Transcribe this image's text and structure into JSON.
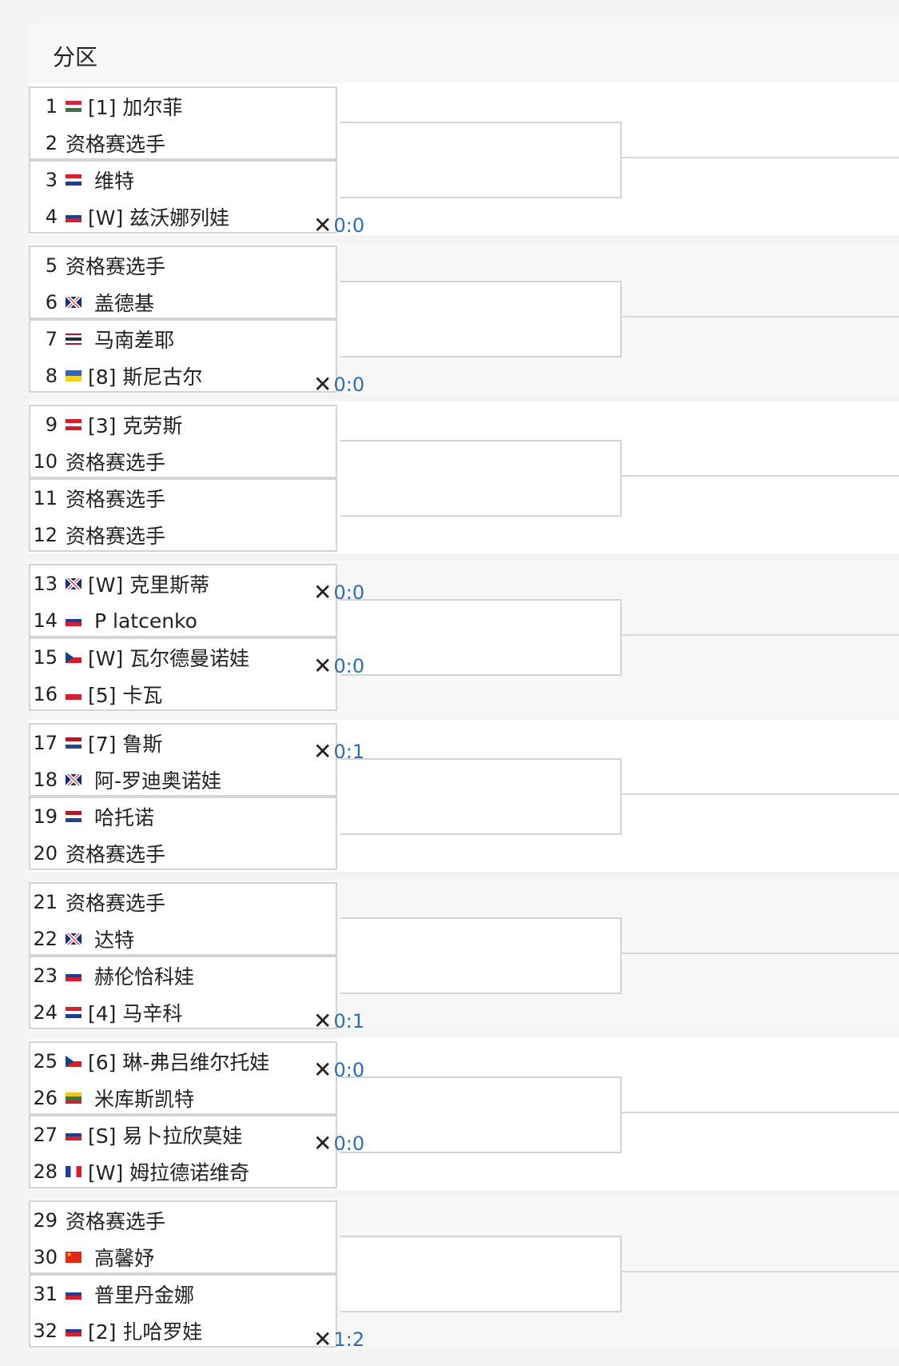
{
  "header": {
    "title": "分区"
  },
  "colors": {
    "score": "#2f6eb5",
    "border": "#d4d4d4"
  },
  "players": [
    {
      "n": "1",
      "flag": "hungary",
      "name": "[1] 加尔菲"
    },
    {
      "n": "2",
      "flag": "",
      "name": "资格赛选手"
    },
    {
      "n": "3",
      "flag": "croatia",
      "name": "维特"
    },
    {
      "n": "4",
      "flag": "russia",
      "name": "[W] 兹沃娜列娃"
    },
    {
      "n": "5",
      "flag": "",
      "name": "资格赛选手"
    },
    {
      "n": "6",
      "flag": "australia",
      "name": "盖德基"
    },
    {
      "n": "7",
      "flag": "thailand",
      "name": "马南差耶"
    },
    {
      "n": "8",
      "flag": "ukraine",
      "name": "[8] 斯尼古尔"
    },
    {
      "n": "9",
      "flag": "austria",
      "name": "[3] 克劳斯"
    },
    {
      "n": "10",
      "flag": "",
      "name": "资格赛选手"
    },
    {
      "n": "11",
      "flag": "",
      "name": "资格赛选手"
    },
    {
      "n": "12",
      "flag": "",
      "name": "资格赛选手"
    },
    {
      "n": "13",
      "flag": "uk",
      "name": "[W] 克里斯蒂"
    },
    {
      "n": "14",
      "flag": "russia",
      "name": "P latcenko"
    },
    {
      "n": "15",
      "flag": "czech",
      "name": "[W] 瓦尔德曼诺娃"
    },
    {
      "n": "16",
      "flag": "poland",
      "name": "[5] 卡瓦"
    },
    {
      "n": "17",
      "flag": "netherlands",
      "name": "[7] 鲁斯"
    },
    {
      "n": "18",
      "flag": "australia",
      "name": "阿-罗迪奥诺娃"
    },
    {
      "n": "19",
      "flag": "netherlands",
      "name": "哈托诺"
    },
    {
      "n": "20",
      "flag": "",
      "name": "资格赛选手"
    },
    {
      "n": "21",
      "flag": "",
      "name": "资格赛选手"
    },
    {
      "n": "22",
      "flag": "uk",
      "name": "达特"
    },
    {
      "n": "23",
      "flag": "slovakia",
      "name": "赫伦恰科娃"
    },
    {
      "n": "24",
      "flag": "croatia",
      "name": "[4] 马辛科"
    },
    {
      "n": "25",
      "flag": "czech",
      "name": "[6] 琳-弗吕维尔托娃"
    },
    {
      "n": "26",
      "flag": "lithuania",
      "name": "米库斯凯特"
    },
    {
      "n": "27",
      "flag": "russia",
      "name": "[S] 易卜拉欣莫娃"
    },
    {
      "n": "28",
      "flag": "france",
      "name": "[W] 姆拉德诺维奇"
    },
    {
      "n": "29",
      "flag": "",
      "name": "资格赛选手"
    },
    {
      "n": "30",
      "flag": "china",
      "name": "高馨妤"
    },
    {
      "n": "31",
      "flag": "russia",
      "name": "普里丹金娜"
    },
    {
      "n": "32",
      "flag": "russia",
      "name": "[2] 扎哈罗娃"
    }
  ],
  "scores": [
    {
      "text": "0:0",
      "row": 3.5
    },
    {
      "text": "0:0",
      "row": 7.5
    },
    {
      "text": "0:0",
      "row": 12.5
    },
    {
      "text": "0:0",
      "row": 14.5
    },
    {
      "text": "0:1",
      "row": 16.5
    },
    {
      "text": "0:1",
      "row": 23.5
    },
    {
      "text": "0:0",
      "row": 24.5
    },
    {
      "text": "0:0",
      "row": 26.5
    },
    {
      "text": "1:2",
      "row": 31.5
    }
  ],
  "watermark": "@"
}
